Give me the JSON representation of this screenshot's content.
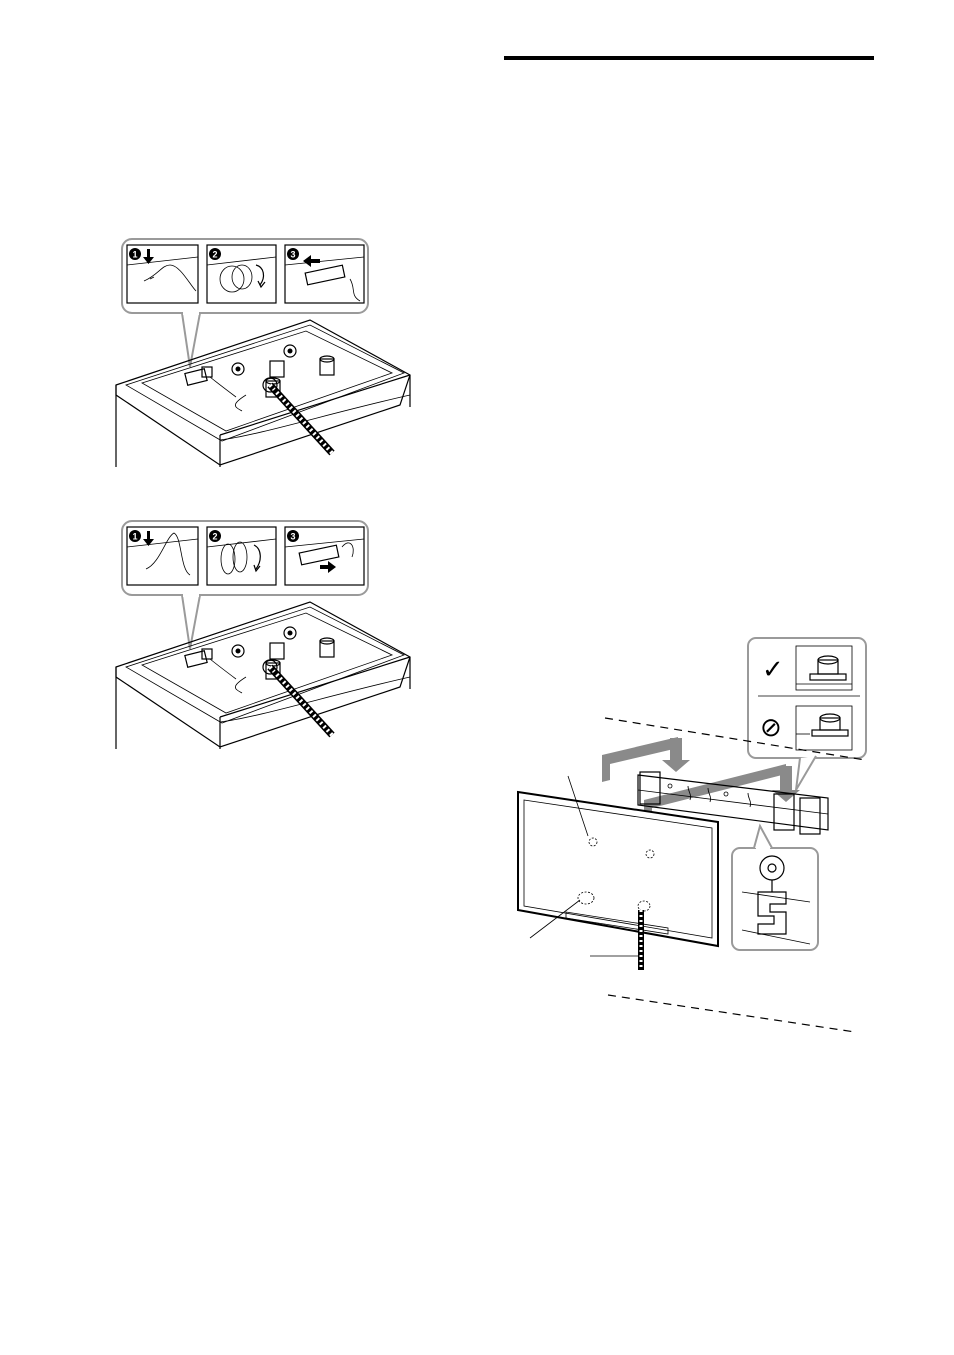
{
  "figures": {
    "step_set_a": {
      "steps": [
        "1",
        "2",
        "3"
      ]
    },
    "step_set_b": {
      "steps": [
        "1",
        "2",
        "3"
      ]
    },
    "wall_mount": {
      "ok_mark": "✓",
      "prohibited_mark": "⊘"
    }
  },
  "icons": {
    "step_badge": "black-circle-number-icon",
    "arrow": "arrow-icon",
    "check": "check-mark-icon",
    "prohibit": "prohibited-icon"
  },
  "colors": {
    "ink": "#000000",
    "gray_panel": "#8a8a8a",
    "callout_border": "#9a9a9a"
  }
}
